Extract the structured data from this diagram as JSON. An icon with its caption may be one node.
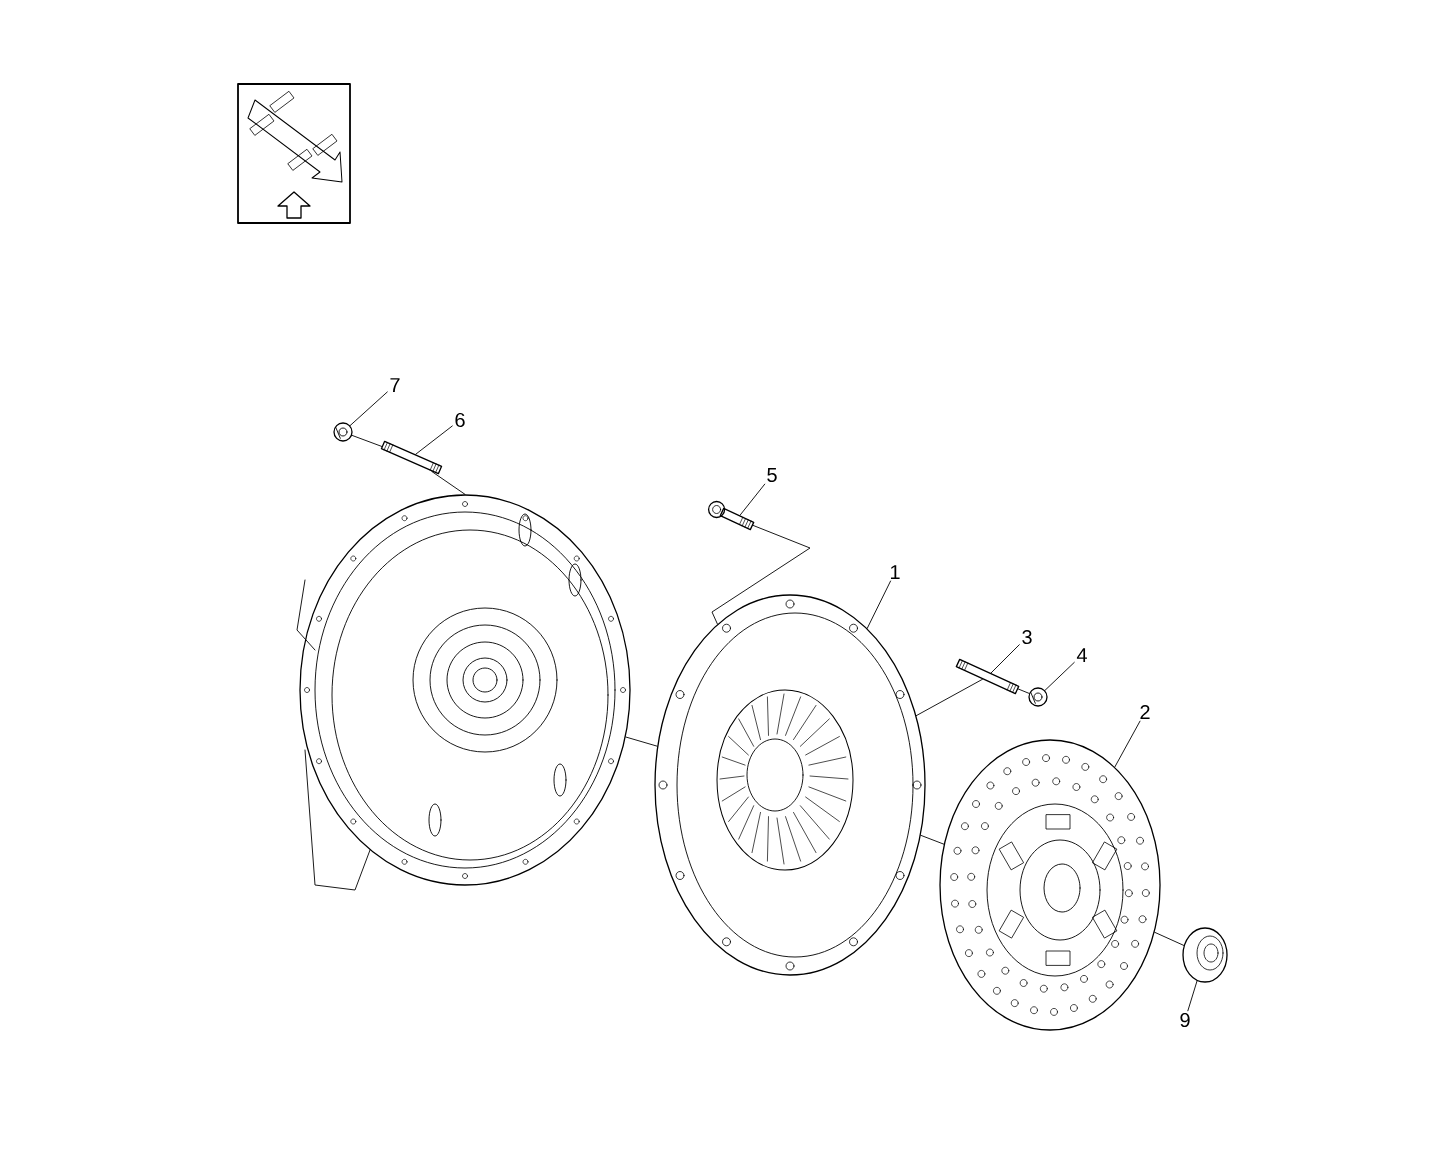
{
  "diagram": {
    "nodes": [
      {
        "text": [
          "7"
        ]
      },
      {
        "text": [
          "6"
        ]
      },
      {
        "text": [
          "5"
        ]
      },
      {
        "text": [
          "1"
        ]
      },
      {
        "text": [
          "3"
        ]
      },
      {
        "text": [
          "4"
        ]
      },
      {
        "text": [
          "2"
        ]
      },
      {
        "text": [
          "9"
        ]
      },
      {
        "text": [],
        "shape": "picture"
      },
      {
        "text": [],
        "shape": "picture"
      },
      {
        "text": [],
        "shape": "picture"
      },
      {
        "text": [],
        "shape": "picture"
      },
      {
        "text": [],
        "shape": "picture"
      },
      {
        "text": [],
        "shape": "picture"
      },
      {
        "text": [],
        "shape": "picture"
      },
      {
        "text": [],
        "shape": "picture"
      },
      {
        "text": [],
        "shape": "picture"
      }
    ],
    "edges": [
      {
        "from": 0,
        "to": 8,
        "arrow": "none"
      },
      {
        "from": 1,
        "to": 9,
        "arrow": "none"
      },
      {
        "from": 2,
        "to": 10,
        "arrow": "none"
      },
      {
        "from": 3,
        "to": 12,
        "arrow": "none"
      },
      {
        "from": 4,
        "to": 13,
        "arrow": "none"
      },
      {
        "from": 5,
        "to": 14,
        "arrow": "none"
      },
      {
        "from": 6,
        "to": 15,
        "arrow": "none"
      },
      {
        "from": 7,
        "to": 16,
        "arrow": "none"
      },
      {
        "from": 8,
        "to": 9,
        "arrow": "none"
      },
      {
        "from": 9,
        "to": 11,
        "arrow": "none"
      },
      {
        "from": 10,
        "to": 12,
        "arrow": "none"
      },
      {
        "from": 12,
        "to": 13,
        "arrow": "none"
      },
      {
        "from": 13,
        "to": 14,
        "arrow": "none"
      },
      {
        "from": 11,
        "to": 12,
        "arrow": "none"
      },
      {
        "from": 12,
        "to": 15,
        "arrow": "none"
      },
      {
        "from": 15,
        "to": 16,
        "arrow": "none"
      }
    ]
  }
}
